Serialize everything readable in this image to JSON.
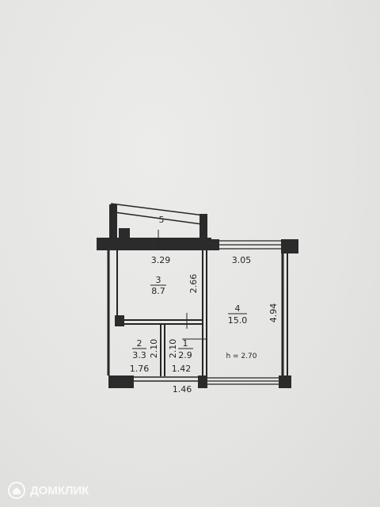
{
  "plan": {
    "rooms": [
      {
        "number": "1",
        "area": "2.9"
      },
      {
        "number": "2",
        "area": "3.3"
      },
      {
        "number": "3",
        "area": "8.7"
      },
      {
        "number": "4",
        "area": "15.0"
      },
      {
        "number": "5"
      }
    ],
    "dimensions": [
      "3.29",
      "3.05",
      "2.66",
      "4.94",
      "2.10",
      "2.10",
      "1.76",
      "1.42",
      "1.46"
    ],
    "ceiling_height": "h = 2.70"
  },
  "watermark": {
    "text": "ДОМКЛИК",
    "icon": "house-logo-icon"
  }
}
